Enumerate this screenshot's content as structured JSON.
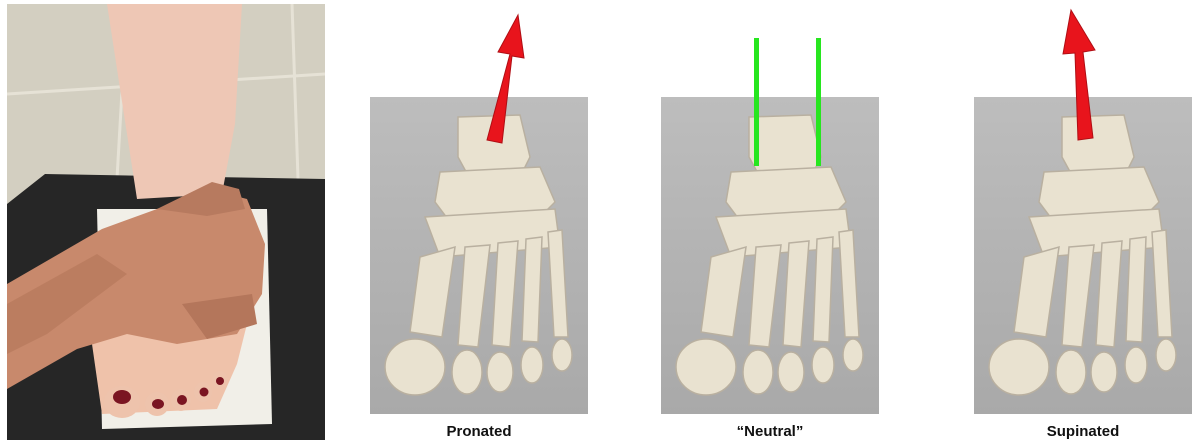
{
  "panels": [
    {
      "id": "pronated",
      "label": "Pronated",
      "indicator": "red-arrow"
    },
    {
      "id": "neutral",
      "label": "“Neutral”",
      "indicator": "green-lines"
    },
    {
      "id": "supinated",
      "label": "Supinated",
      "indicator": "red-arrow"
    }
  ],
  "colors": {
    "arrow": "#e8141c",
    "neutral_lines": "#27e61f",
    "panel_bg": "#b6b6b6",
    "bone": "#e9e2d0",
    "skin": "#e2ae92",
    "nail_polish": "#7a1522"
  }
}
